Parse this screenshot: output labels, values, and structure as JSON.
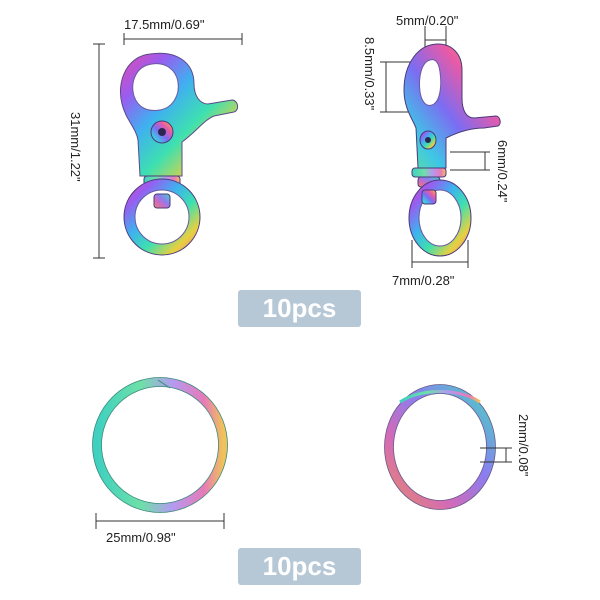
{
  "colors": {
    "badge_bg": "#b6c7d6",
    "badge_text": "#ffffff",
    "dimension_line": "#333333",
    "finish": "rainbow-iridescent"
  },
  "clasp_front": {
    "width_label": "17.5mm/0.69\"",
    "height_label": "31mm/1.22\""
  },
  "clasp_side": {
    "gate_label": "5mm/0.20\"",
    "opening_label": "8.5mm/0.33\"",
    "swivel_label": "6mm/0.24\"",
    "ring_label": "7mm/0.28\""
  },
  "badge_top": {
    "text": "10pcs"
  },
  "ring_front": {
    "diameter_label": "25mm/0.98\""
  },
  "ring_side": {
    "thickness_label": "2mm/0.08\""
  },
  "badge_bottom": {
    "text": "10pcs"
  }
}
